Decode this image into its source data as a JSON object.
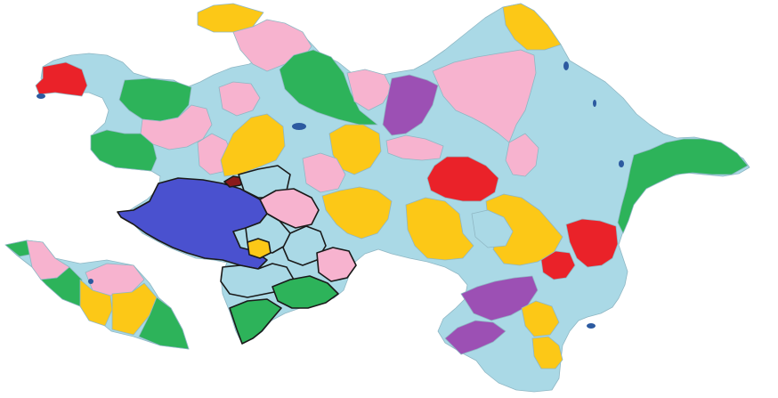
{
  "map": {
    "colors": {
      "light_blue": "#aad9e6",
      "pink": "#f7b3cf",
      "green": "#2db35a",
      "yellow": "#fcc817",
      "red": "#ea2229",
      "purple": "#9c50b4",
      "blue": "#4a51cf",
      "dark_red": "#8b1a1a",
      "water": "#2c5aa0"
    },
    "regions": [
      {
        "id": "nw-red",
        "color": "red"
      },
      {
        "id": "nw-lightblue",
        "color": "light_blue"
      },
      {
        "id": "nw-green-north",
        "color": "green"
      },
      {
        "id": "nw-green-west",
        "color": "green"
      },
      {
        "id": "nw-pink",
        "color": "pink"
      },
      {
        "id": "north-yellow",
        "color": "yellow"
      },
      {
        "id": "north-pink",
        "color": "pink"
      },
      {
        "id": "north-green",
        "color": "green"
      },
      {
        "id": "north-pink-2",
        "color": "pink"
      },
      {
        "id": "north-purple",
        "color": "purple"
      },
      {
        "id": "ne-yellow",
        "color": "yellow"
      },
      {
        "id": "ne-pink",
        "color": "pink"
      },
      {
        "id": "ne-lightblue",
        "color": "light_blue"
      },
      {
        "id": "center-yellow",
        "color": "yellow"
      },
      {
        "id": "center-yellow-2",
        "color": "yellow"
      },
      {
        "id": "center-red",
        "color": "red"
      },
      {
        "id": "east-green",
        "color": "green"
      },
      {
        "id": "east-red",
        "color": "red"
      },
      {
        "id": "se-purple",
        "color": "purple"
      },
      {
        "id": "se-yellow",
        "color": "yellow"
      },
      {
        "id": "west-blue",
        "color": "blue"
      },
      {
        "id": "karabakh-lightblue",
        "color": "light_blue"
      },
      {
        "id": "karabakh-pink",
        "color": "pink"
      },
      {
        "id": "karabakh-yellow",
        "color": "yellow"
      },
      {
        "id": "south-green",
        "color": "green"
      },
      {
        "id": "nakhchivan-pink",
        "color": "pink"
      },
      {
        "id": "nakhchivan-yellow",
        "color": "yellow"
      },
      {
        "id": "nakhchivan-green",
        "color": "green"
      }
    ]
  }
}
